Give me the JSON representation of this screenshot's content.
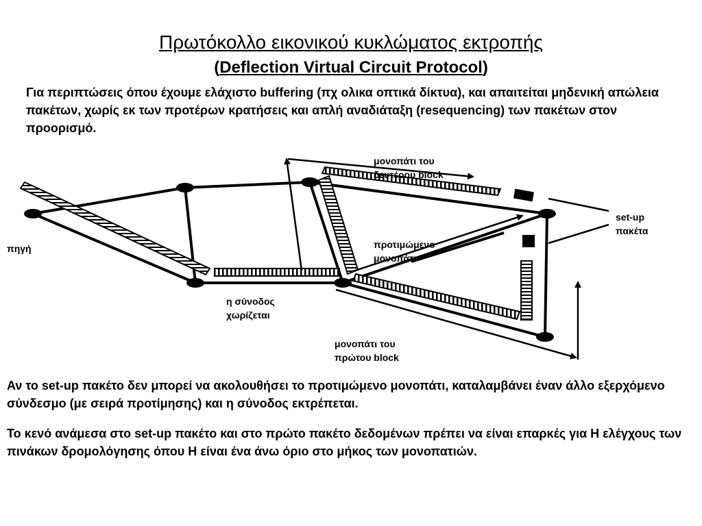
{
  "title": "Πρωτόκολλο εικονικού κυκλώματος εκτροπής",
  "subtitle": {
    "open": "(",
    "text": "Deflection Virtual Circuit Protocol",
    "close": ")"
  },
  "intro": "Για περιπτώσεις όπου έχουμε ελάχιστο buffering (πχ ολικα οπτικά δίκτυα), και απαιτείται μηδενική απώλεια πακέτων, χωρίς εκ των προτέρων κρατήσεις και απλή αναδιάταξη (resequencing) των πακέτων στον προορισμό.",
  "diagram": {
    "labels": {
      "second_block_line1": "μονοπάτι του",
      "second_block_line2": "δευτέρου block",
      "source": "πηγή",
      "preferred_line1": "προτιμώμενο",
      "preferred_line2": "μονοπάτι",
      "setup_line1": "set-up",
      "setup_line2": "πακέτα",
      "session_line1": "η σύνοδος",
      "session_line2": "χωρίζεται",
      "first_block_line1": "μονοπάτι του",
      "first_block_line2": "πρώτου block"
    }
  },
  "paragraphs": [
    "Αν το set-up πακέτο δεν μπορεί να ακολουθήσει το προτιμώμενο μονοπάτι, καταλαμβάνει έναν άλλο εξερχόμενο σύνδεσμο (με σειρά προτίμησης) και η σύνοδος εκτρέπεται.",
    "Το κενό ανάμεσα στο set-up πακέτο και στο πρώτο πακέτο δεδομένων πρέπει να είναι επαρκές για Η ελέγχους των πινάκων δρομολόγησης όπου Η είναι ένα άνω όριο στο μήκος των μονοπατιών."
  ]
}
